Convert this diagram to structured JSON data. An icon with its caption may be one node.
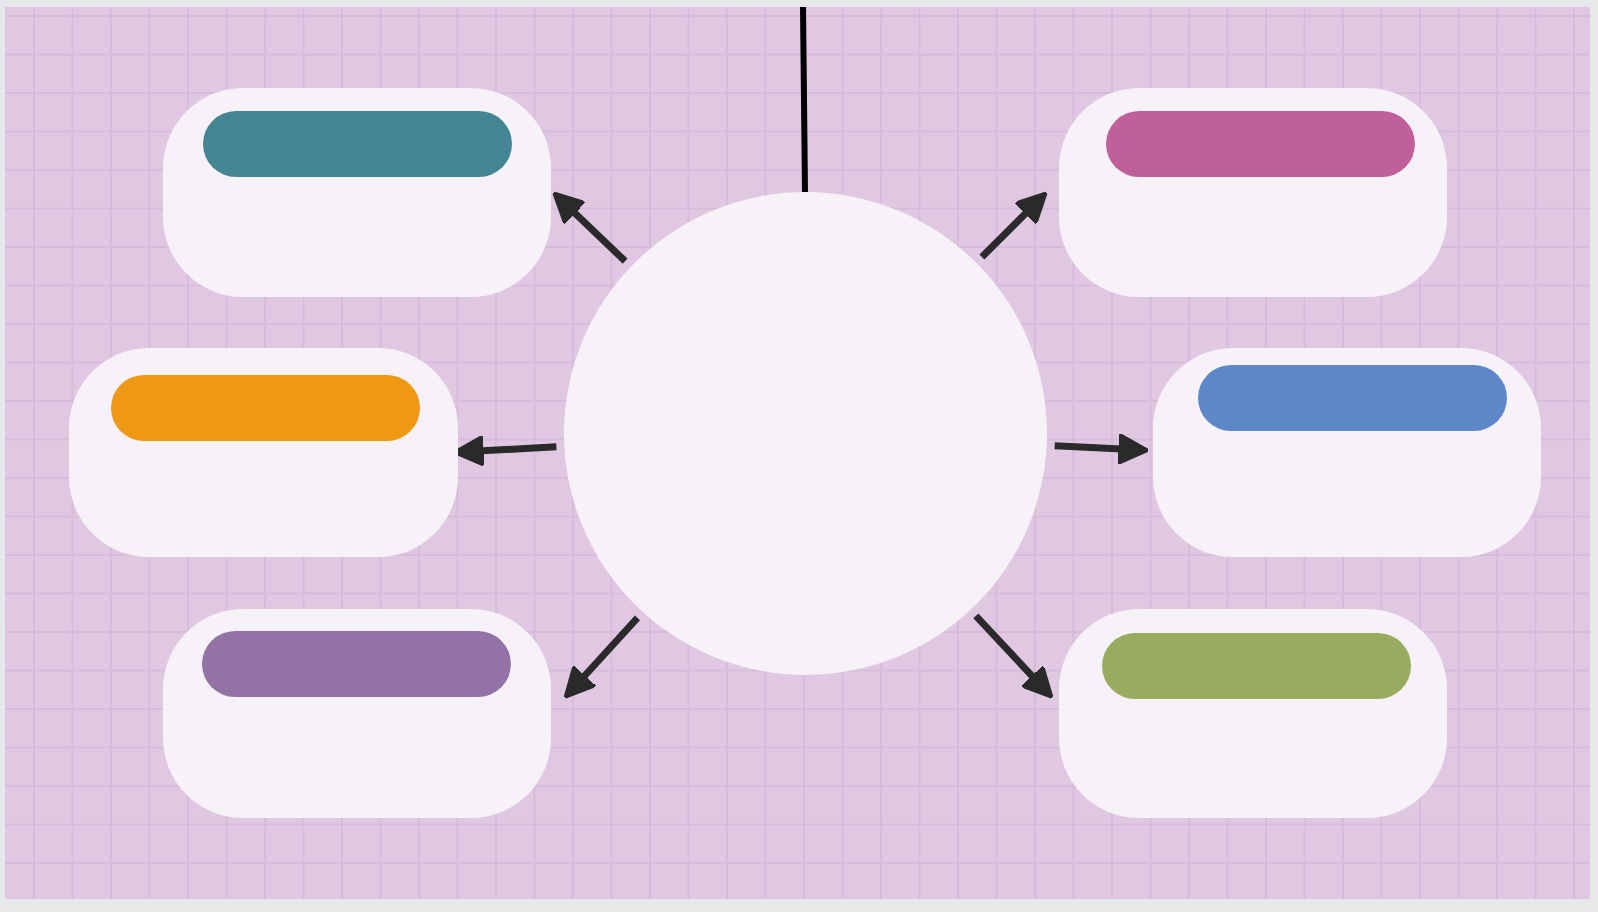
{
  "diagram": {
    "nodes": [
      {
        "text": [],
        "shape": "circle"
      },
      {
        "text": [],
        "shape": "box"
      },
      {
        "text": [],
        "shape": "bar",
        "in": 1
      },
      {
        "text": [],
        "shape": "box"
      },
      {
        "text": [],
        "shape": "bar",
        "in": 3
      },
      {
        "text": [],
        "shape": "box"
      },
      {
        "text": [],
        "shape": "bar",
        "in": 5
      },
      {
        "text": [],
        "shape": "box"
      },
      {
        "text": [],
        "shape": "bar",
        "in": 7
      },
      {
        "text": [],
        "shape": "box"
      },
      {
        "text": [],
        "shape": "bar",
        "in": 9
      },
      {
        "text": [],
        "shape": "box"
      },
      {
        "text": [],
        "shape": "bar",
        "in": 11
      }
    ],
    "edges": [
      {
        "from": null,
        "to": 0,
        "arrow": "none"
      },
      {
        "from": 0,
        "to": 1,
        "arrow": "to"
      },
      {
        "from": 0,
        "to": 3,
        "arrow": "to"
      },
      {
        "from": 0,
        "to": 5,
        "arrow": "to"
      },
      {
        "from": 0,
        "to": 7,
        "arrow": "to"
      },
      {
        "from": 0,
        "to": 9,
        "arrow": "to"
      },
      {
        "from": 0,
        "to": 11,
        "arrow": "to"
      }
    ]
  }
}
